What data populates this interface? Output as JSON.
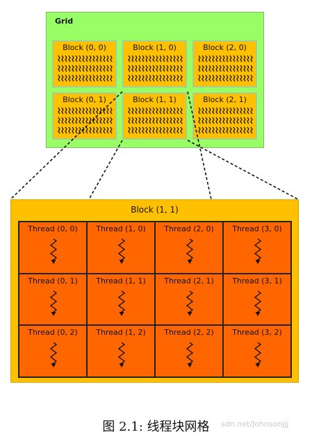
{
  "grid": {
    "label": "Grid",
    "blocks": [
      [
        "Block (0, 0)",
        "Block (1, 0)",
        "Block (2, 0)"
      ],
      [
        "Block (0, 1)",
        "Block (1, 1)",
        "Block (2, 1)"
      ]
    ]
  },
  "detail_block": {
    "label": "Block (1, 1)",
    "threads": [
      [
        "Thread (0, 0)",
        "Thread (1, 0)",
        "Thread (2, 0)",
        "Thread (3, 0)"
      ],
      [
        "Thread (0, 1)",
        "Thread (1, 1)",
        "Thread (2, 1)",
        "Thread (3, 1)"
      ],
      [
        "Thread (0, 2)",
        "Thread (1, 2)",
        "Thread (2, 2)",
        "Thread (3, 2)"
      ]
    ]
  },
  "caption": "图 2.1: 线程块网格",
  "watermark": "sdn.net/Johnsonjjj",
  "colors": {
    "grid_bg": "#99ff66",
    "block_bg": "#ffc000",
    "thread_bg": "#ff6600"
  }
}
